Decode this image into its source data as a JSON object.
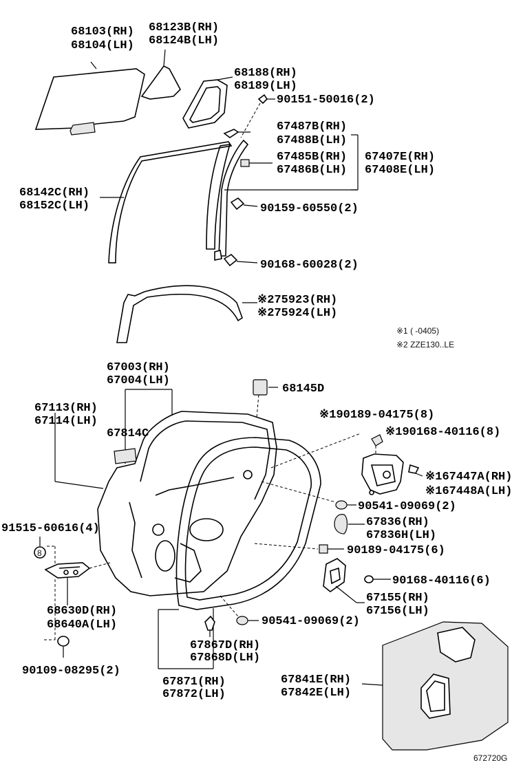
{
  "labels": [
    {
      "id": "l1",
      "text": "68103(RH)"
    },
    {
      "id": "l2",
      "text": "68104(LH)"
    },
    {
      "id": "l3",
      "text": "68123B(RH)"
    },
    {
      "id": "l4",
      "text": "68124B(LH)"
    },
    {
      "id": "l5",
      "text": "68188(RH)"
    },
    {
      "id": "l6",
      "text": "68189(LH)"
    },
    {
      "id": "l7",
      "text": "90151-50016(2)"
    },
    {
      "id": "l8",
      "text": "67487B(RH)"
    },
    {
      "id": "l9",
      "text": "67488B(LH)"
    },
    {
      "id": "l10",
      "text": "67485B(RH)"
    },
    {
      "id": "l11",
      "text": "67486B(LH)"
    },
    {
      "id": "l12",
      "text": "67407E(RH)"
    },
    {
      "id": "l13",
      "text": "67408E(LH)"
    },
    {
      "id": "l14",
      "text": "68142C(RH)"
    },
    {
      "id": "l15",
      "text": "68152C(LH)"
    },
    {
      "id": "l16",
      "text": "90159-60550(2)"
    },
    {
      "id": "l17",
      "text": "90168-60028(2)"
    },
    {
      "id": "l18",
      "text": "※275923(RH)"
    },
    {
      "id": "l19",
      "text": "※275924(LH)"
    },
    {
      "id": "l20",
      "text": "67003(RH)"
    },
    {
      "id": "l21",
      "text": "67004(LH)"
    },
    {
      "id": "l22",
      "text": "68145D"
    },
    {
      "id": "l23",
      "text": "67113(RH)"
    },
    {
      "id": "l24",
      "text": "67114(LH)"
    },
    {
      "id": "l25",
      "text": "67814C"
    },
    {
      "id": "l26",
      "text": "※190189-04175(8)"
    },
    {
      "id": "l27",
      "text": "※190168-40116(8)"
    },
    {
      "id": "l28",
      "text": "※167447A(RH)"
    },
    {
      "id": "l29",
      "text": "※167448A(LH)"
    },
    {
      "id": "l30",
      "text": "90541-09069(2)"
    },
    {
      "id": "l31",
      "text": "91515-60616(4)"
    },
    {
      "id": "l32",
      "text": "67836(RH)"
    },
    {
      "id": "l33",
      "text": "67836H(LH)"
    },
    {
      "id": "l34",
      "text": "90189-04175(6)"
    },
    {
      "id": "l35",
      "text": "90168-40116(6)"
    },
    {
      "id": "l36",
      "text": "67155(RH)"
    },
    {
      "id": "l37",
      "text": "67156(LH)"
    },
    {
      "id": "l38",
      "text": "68630D(RH)"
    },
    {
      "id": "l39",
      "text": "68640A(LH)"
    },
    {
      "id": "l40",
      "text": "90541-09069(2)"
    },
    {
      "id": "l41",
      "text": "67867D(RH)"
    },
    {
      "id": "l42",
      "text": "67868D(LH)"
    },
    {
      "id": "l43",
      "text": "90109-08295(2)"
    },
    {
      "id": "l44",
      "text": "67871(RH)"
    },
    {
      "id": "l45",
      "text": "67872(LH)"
    },
    {
      "id": "l46",
      "text": "67841E(RH)"
    },
    {
      "id": "l47",
      "text": "67842E(LH)"
    }
  ],
  "notes": {
    "note1": "※1 (      -0405)",
    "note2": "※2 ZZE130..LE",
    "diagram_id": "672720G"
  }
}
